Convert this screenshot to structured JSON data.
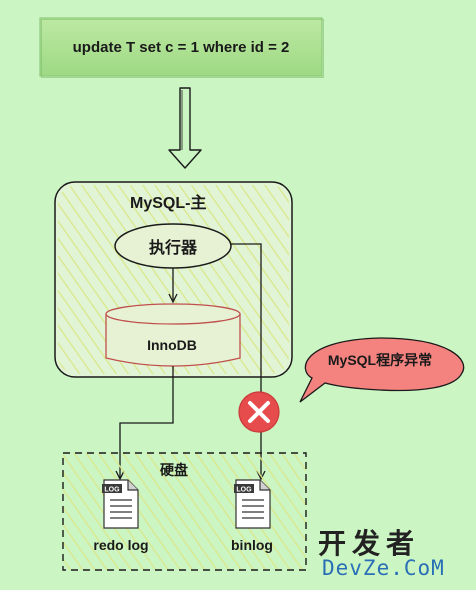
{
  "sql": {
    "statement": "update T set c = 1 where id = 2"
  },
  "mysql_node": {
    "title": "MySQL-主",
    "executor": "执行器",
    "engine": "InnoDB"
  },
  "error": {
    "message": "MySQL程序异常"
  },
  "disk": {
    "title": "硬盘",
    "files": [
      {
        "tag": "LOG",
        "label": "redo log"
      },
      {
        "tag": "LOG",
        "label": "binlog"
      }
    ]
  },
  "watermark": {
    "top": "开发者",
    "bottom": "DevZe.CoM"
  },
  "colors": {
    "background": "#ccf5c4",
    "sql_box": "#a8e38f",
    "node_fill": "#e2f4d6",
    "hatch": "#d9e88c",
    "innodb_border": "#c0504d",
    "error_red": "#e74c4c",
    "bubble_fill": "#f4837f"
  }
}
